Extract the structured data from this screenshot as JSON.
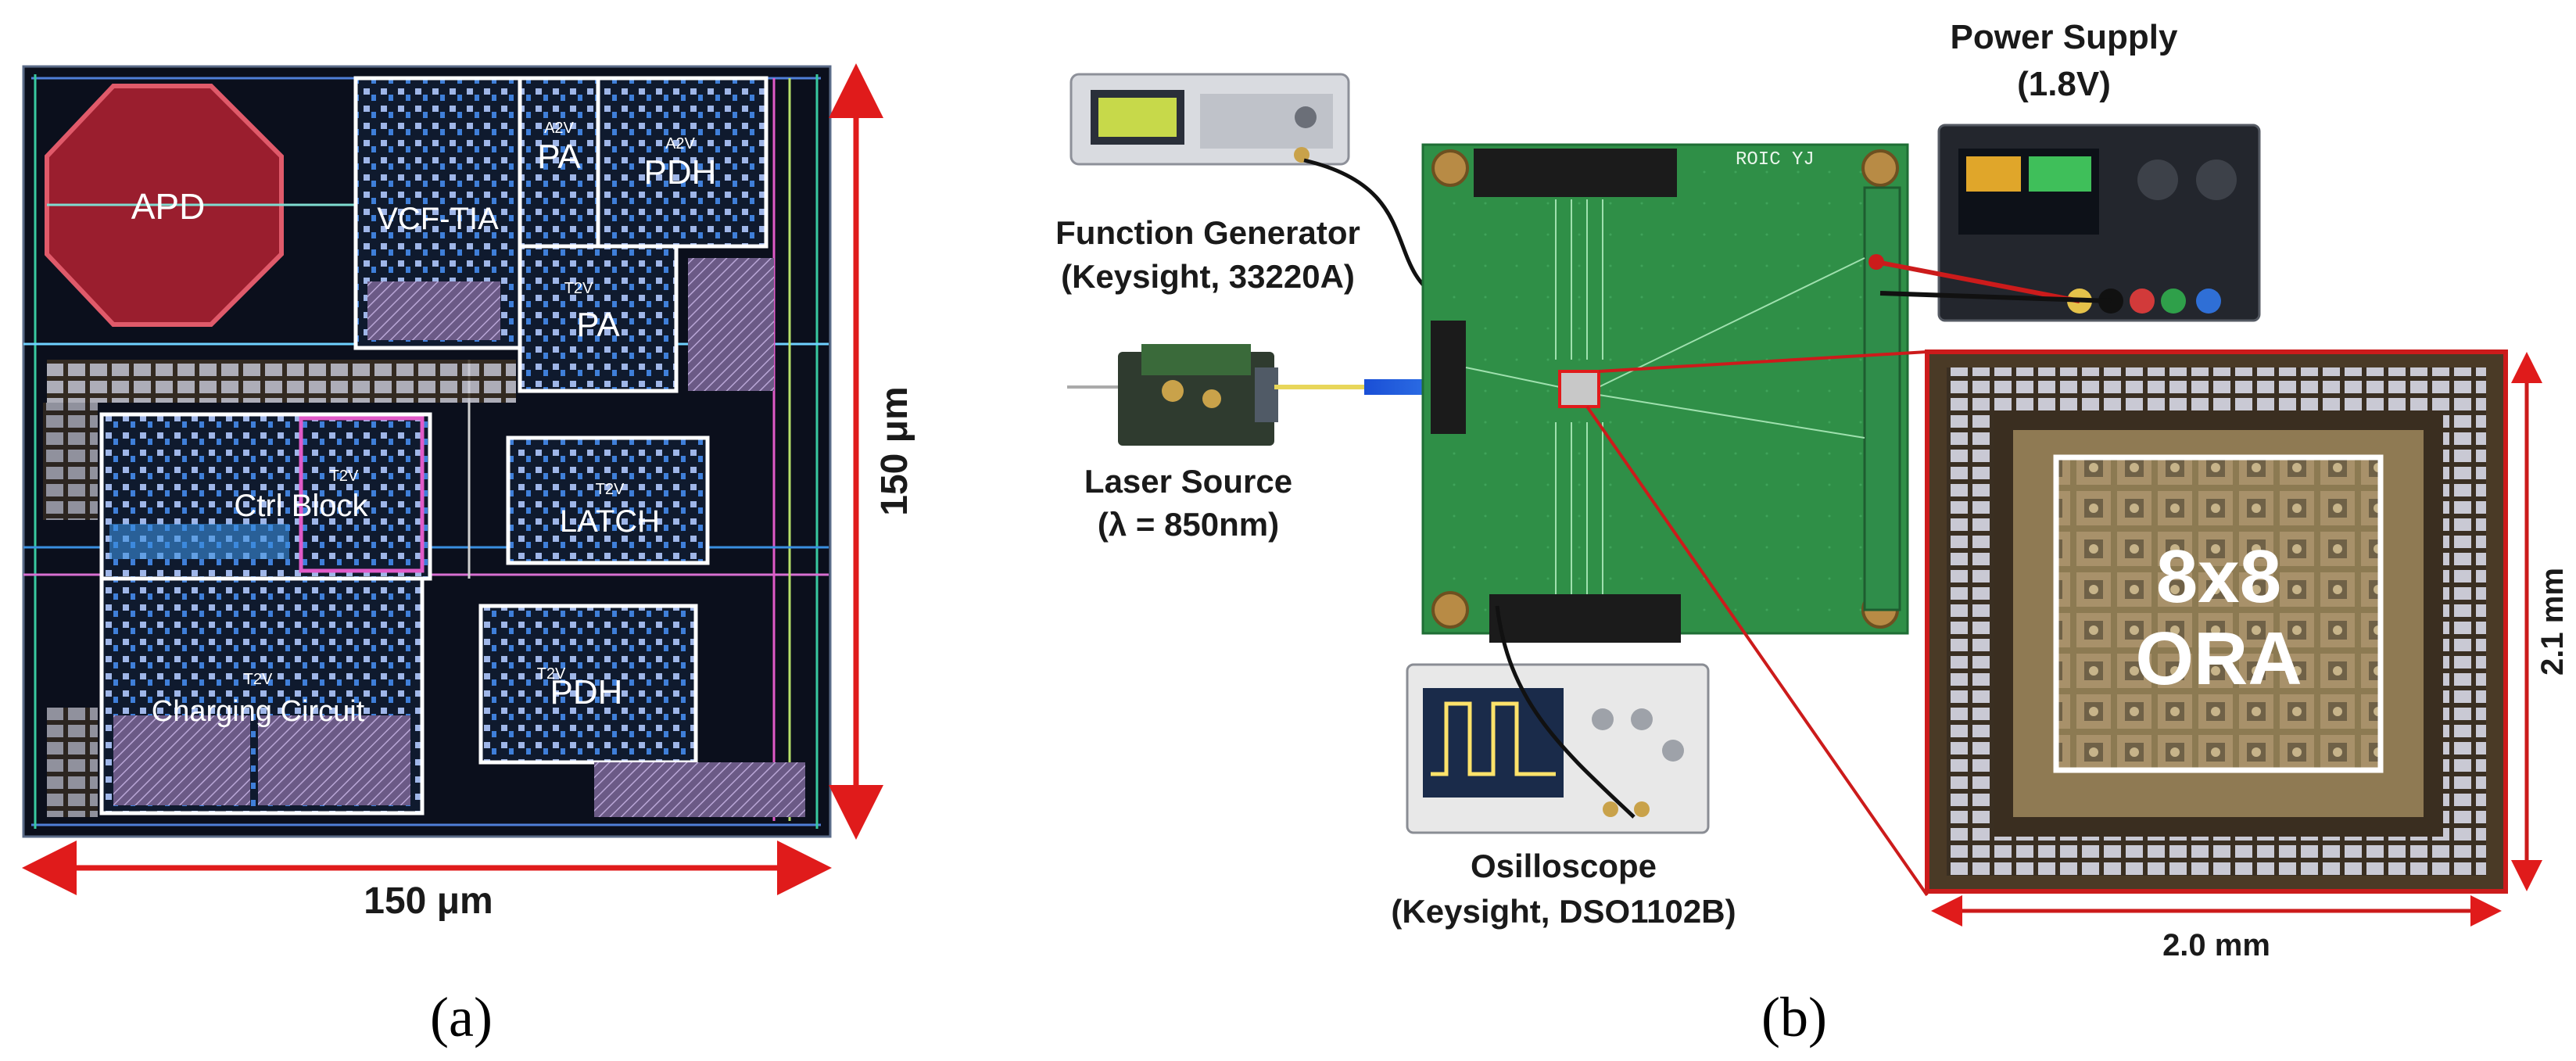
{
  "panel_a": {
    "caption": "(a)",
    "dim_horizontal": "150 μm",
    "dim_vertical": "150 μm",
    "blocks": {
      "apd": "APD",
      "vcf_tia": "VCF-TIA",
      "pa_top": "PA",
      "pa_mid": "PA",
      "pdh_top": "PDH",
      "pdh_bottom": "PDH",
      "ctrl_block": "Ctrl Block",
      "latch": "LATCH",
      "charging_circuit": "Charging Circuit"
    },
    "small_tags": {
      "a2v_1": "A2V",
      "a2v_2": "A2V",
      "t2v_1": "T2V",
      "t2v_2": "T2V",
      "t2v_3": "T2V",
      "t2v_4": "T2V",
      "t2v_5": "T2V"
    }
  },
  "panel_b": {
    "caption": "(b)",
    "function_generator": {
      "name": "Function Generator",
      "model": "(Keysight, 33220A)"
    },
    "laser_source": {
      "name": "Laser Source",
      "detail": "(λ = 850nm)"
    },
    "power_supply": {
      "name": "Power Supply",
      "detail": "(1.8V)"
    },
    "oscilloscope": {
      "name": "Osilloscope",
      "model": "(Keysight, DSO1102B)"
    },
    "pcb_silkscreen": "ROIC YJ",
    "die_label_line1": "8x8",
    "die_label_line2": "ORA",
    "die_width": "2.0 mm",
    "die_height": "2.1 mm"
  }
}
